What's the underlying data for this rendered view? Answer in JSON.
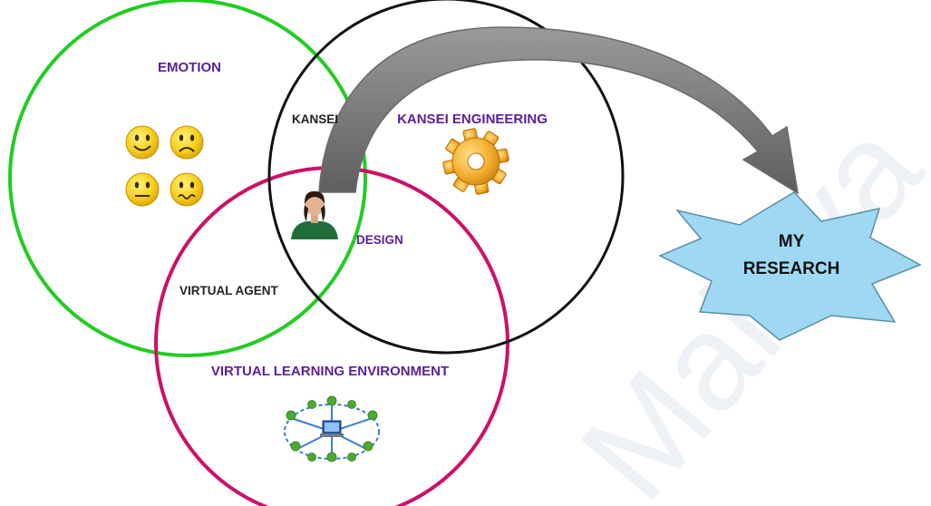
{
  "diagram": {
    "circles": {
      "emotion": {
        "label": "EMOTION",
        "color": "#22cc22"
      },
      "kansei": {
        "label": "KANSEI ENGINEERING",
        "color": "#111111"
      },
      "vle": {
        "label": "VIRTUAL LEARNING ENVIRONMENT",
        "color": "#cc1166"
      }
    },
    "overlap_labels": {
      "kansei_short": "KANSEI",
      "design": "DESIGN",
      "virtual_agent": "VIRTUAL AGENT"
    },
    "target": {
      "line1": "MY",
      "line2": "RESEARCH",
      "fill": "#9ed8f2"
    },
    "icons": [
      "smiley-happy-icon",
      "smiley-sad-icon",
      "smiley-neutral-icon",
      "smiley-worried-icon",
      "gear-icon",
      "avatar-icon",
      "network-icon"
    ],
    "colors": {
      "label_purple": "#5b1f9a",
      "arrow": "#7a7a7a",
      "smiley": "#f4c21a",
      "gear": "#f0a81e"
    },
    "watermark": "Malaya"
  }
}
